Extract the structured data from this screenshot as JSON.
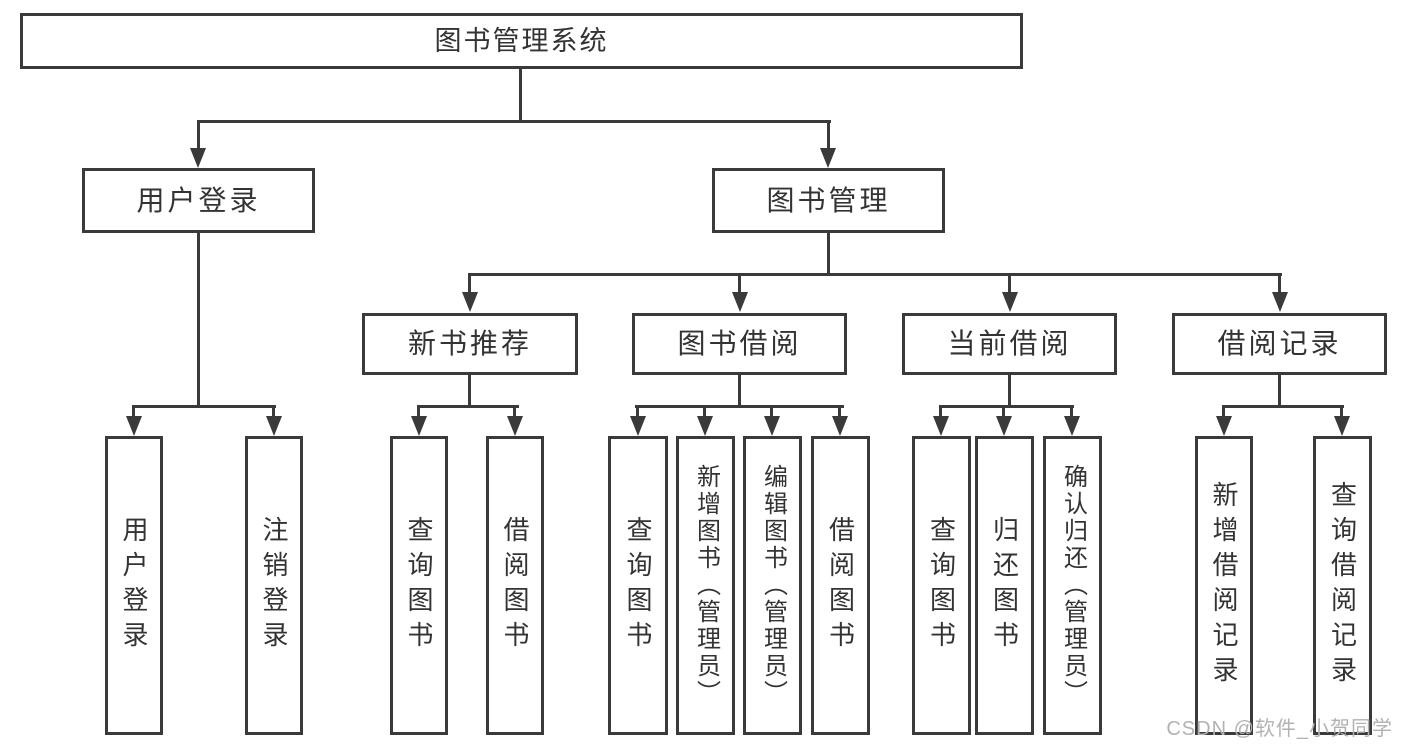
{
  "diagram_title": "图书管理系统",
  "watermark": "CSDN @软件_小贺同学",
  "colors": {
    "line": "#3a3a3a",
    "text": "#333333",
    "background": "#ffffff",
    "watermark": "#b2b2b2"
  },
  "nodes": {
    "root": "图书管理系统",
    "user_login": "用户登录",
    "book_mgmt": "图书管理",
    "new_book_rec": "新书推荐",
    "book_borrow": "图书借阅",
    "current_borrow": "当前借阅",
    "borrow_record": "借阅记录",
    "leaf_user_login": "用户登录",
    "leaf_logout": "注销登录",
    "leaf_nbr_query": "查询图书",
    "leaf_nbr_borrow": "借阅图书",
    "leaf_bb_query": "查询图书",
    "leaf_bb_add": "新增图书（管理员）",
    "leaf_bb_edit": "编辑图书（管理员）",
    "leaf_bb_borrow": "借阅图书",
    "leaf_cb_query": "查询图书",
    "leaf_cb_return": "归还图书",
    "leaf_cb_confirm": "确认归还（管理员）",
    "leaf_br_add": "新增借阅记录",
    "leaf_br_query": "查询借阅记录"
  },
  "hierarchy": {
    "root": "图书管理系统",
    "children": [
      {
        "label": "用户登录",
        "children": [
          "用户登录",
          "注销登录"
        ]
      },
      {
        "label": "图书管理",
        "children": [
          {
            "label": "新书推荐",
            "children": [
              "查询图书",
              "借阅图书"
            ]
          },
          {
            "label": "图书借阅",
            "children": [
              "查询图书",
              "新增图书（管理员）",
              "编辑图书（管理员）",
              "借阅图书"
            ]
          },
          {
            "label": "当前借阅",
            "children": [
              "查询图书",
              "归还图书",
              "确认归还（管理员）"
            ]
          },
          {
            "label": "借阅记录",
            "children": [
              "新增借阅记录",
              "查询借阅记录"
            ]
          }
        ]
      }
    ]
  }
}
